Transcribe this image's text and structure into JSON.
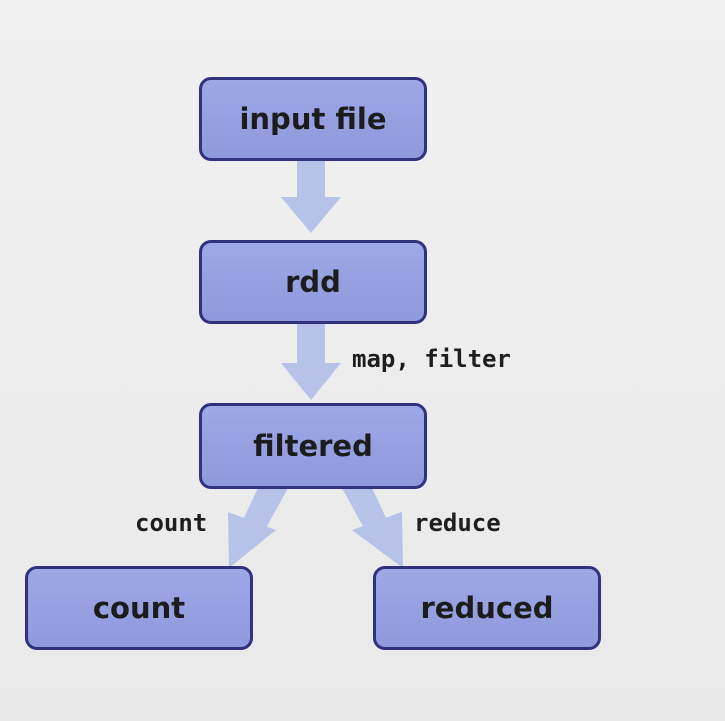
{
  "nodes": {
    "input_file": "input file",
    "rdd": "rdd",
    "filtered": "filtered",
    "count": "count",
    "reduced": "reduced"
  },
  "edge_labels": {
    "rdd_to_filtered": "map, filter",
    "filtered_to_count": "count",
    "filtered_to_reduced": "reduce"
  },
  "colors": {
    "node_fill": "#959fe0",
    "node_border": "#31317d",
    "arrow": "#b7c2e8",
    "background": "#efefef"
  }
}
